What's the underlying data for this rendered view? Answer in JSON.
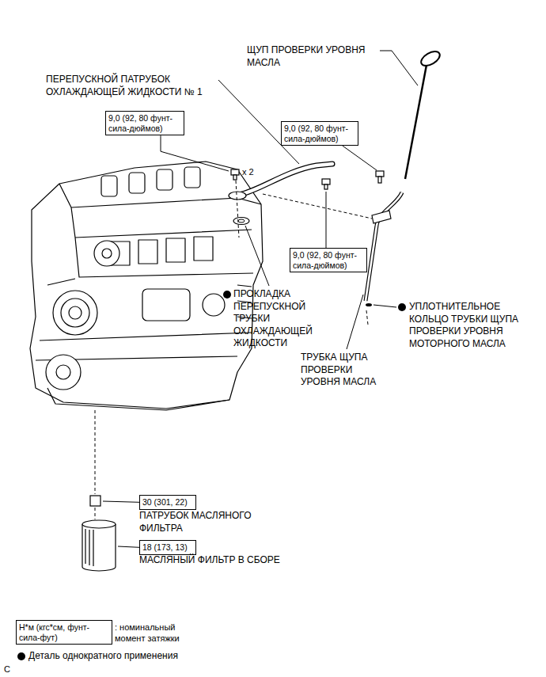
{
  "diagram": {
    "nodes": [
      {
        "text": [
          "9,0 (92, 80 фунт-сила-дюймов)"
        ]
      },
      {
        "text": [
          "9,0 (92, 80 фунт-сила-дюймов)"
        ]
      },
      {
        "text": [
          "9,0 (92, 80 фунт-сила-дюймов)"
        ]
      },
      {
        "text": [
          "30 (301, 22)"
        ]
      },
      {
        "text": [
          "18 (173, 13)"
        ]
      },
      {
        "text": [
          "Н*м (кгс*см, фунт-сила-фут)"
        ]
      }
    ],
    "edges": [],
    "labels": [
      "ЩУП ПРОВЕРКИ УРОВНЯ МАСЛА",
      "ПЕРЕПУСКНОЙ ПАТРУБОК ОХЛАЖДАЮЩЕЙ ЖИДКОСТИ № 1",
      "x 2",
      "ПРОКЛАДКА ПЕРЕПУСКНОЙ ТРУБКИ ОХЛАЖДАЮЩЕЙ ЖИДКОСТИ",
      "УПЛОТНИТЕЛЬНОЕ КОЛЬЦО ТРУБКИ ЩУПА ПРОВЕРКИ УРОВНЯ МОТОРНОГО МАСЛА",
      "ТРУБКА ЩУПА ПРОВЕРКИ УРОВНЯ МАСЛА",
      "ПАТРУБОК МАСЛЯНОГО ФИЛЬТРА",
      "МАСЛЯНЫЙ ФИЛЬТР В СБОРЕ",
      ": номинальный момент затяжки",
      "C"
    ],
    "legend": [
      {
        "text": "Деталь однократного применения"
      }
    ]
  }
}
